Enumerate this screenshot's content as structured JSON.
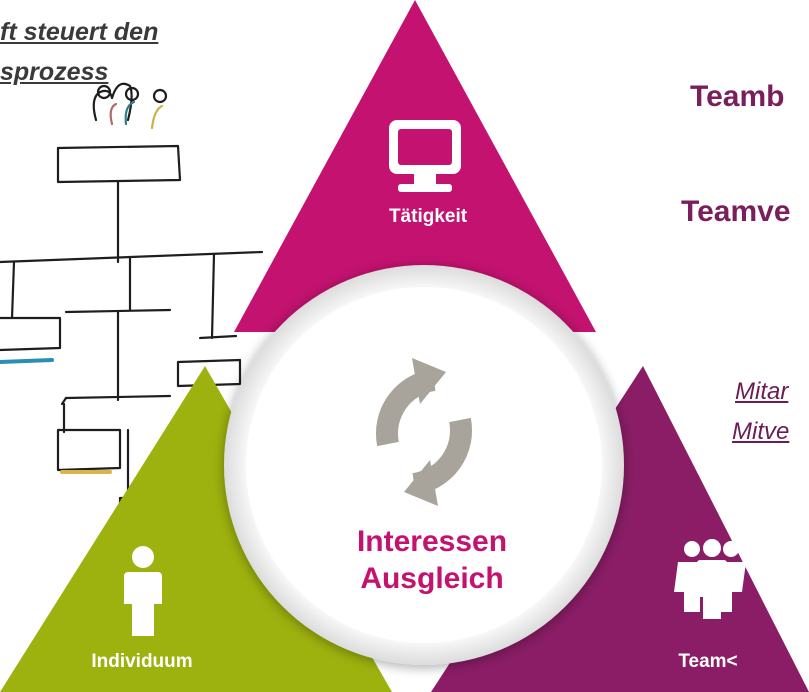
{
  "sketch": {
    "caption_line1": "ft steuert den",
    "caption_line2": "sprozess"
  },
  "right_text": {
    "heading1": "Teamb",
    "heading2": "Teamve",
    "mitar_line1": "Mitar",
    "mitar_line2": "Mitve"
  },
  "triangles": {
    "top_label": "Tätigkeit",
    "left_label": "Individuum",
    "right_label": "Team<"
  },
  "center": {
    "line1": "Interessen",
    "line2": "Ausgleich"
  },
  "colors": {
    "magenta": "#c3126f",
    "olive": "#9db20e",
    "plum": "#8a1d66",
    "center_text": "#c3126f",
    "icon_gray": "#a8a49b",
    "heading": "#7a1f5c"
  },
  "icons": [
    "monitor-icon",
    "person-icon",
    "group-icon",
    "refresh-cycle-icon"
  ]
}
